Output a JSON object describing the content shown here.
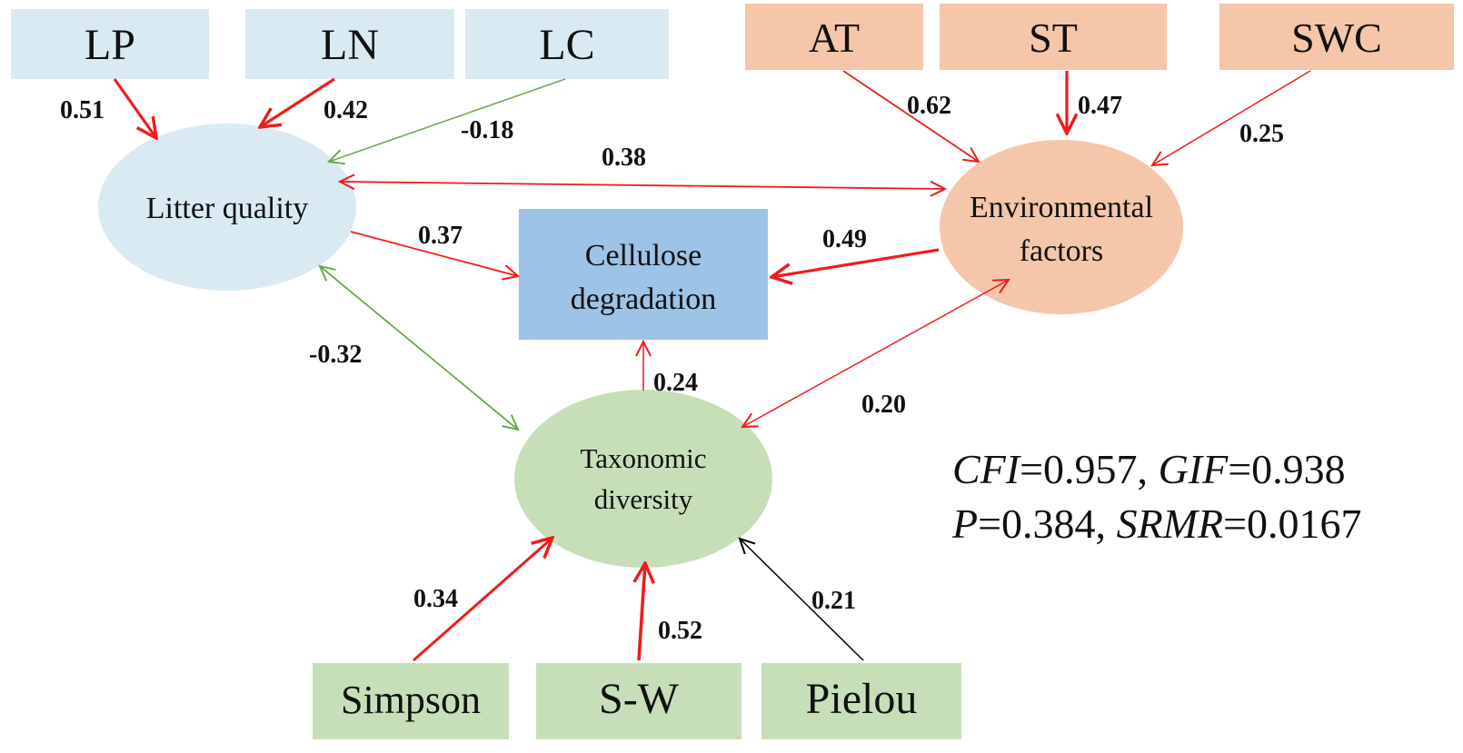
{
  "colors": {
    "litter": "#daeaf2",
    "environment": "#f5c6aa",
    "diversity": "#c7dfb9",
    "cellulose": "#9dc3e6",
    "positive_path": "#ee1c1c",
    "negative_path": "#6aa84f",
    "neutral_path": "#000000"
  },
  "nodes": {
    "lp": "LP",
    "ln": "LN",
    "lc": "LC",
    "at": "AT",
    "st": "ST",
    "swc": "SWC",
    "litter_quality": "Litter quality",
    "environmental_factors_line1": "Environmental",
    "environmental_factors_line2": "factors",
    "cellulose_line1": "Cellulose",
    "cellulose_line2": "degradation",
    "taxonomic_line1": "Taxonomic",
    "taxonomic_line2": "diversity",
    "simpson": "Simpson",
    "sw": "S-W",
    "pielou": "Pielou"
  },
  "paths": {
    "lp_litter": "0.51",
    "ln_litter": "0.42",
    "lc_litter": "-0.18",
    "at_env": "0.62",
    "st_env": "0.47",
    "swc_env": "0.25",
    "litter_env": "0.38",
    "litter_cellulose": "0.37",
    "env_cellulose": "0.49",
    "litter_taxonomic": "-0.32",
    "taxonomic_cellulose": "0.24",
    "env_taxonomic": "0.20",
    "simpson_taxonomic": "0.34",
    "sw_taxonomic": "0.52",
    "pielou_taxonomic": "0.21"
  },
  "fit": {
    "cfi_label": "CFI",
    "cfi_value": "=0.957, ",
    "gif_label": "GIF",
    "gif_value": "=0.938",
    "p_label": "P",
    "p_value": "=0.384, ",
    "srmr_label": "SRMR",
    "srmr_value": "=0.0167"
  }
}
